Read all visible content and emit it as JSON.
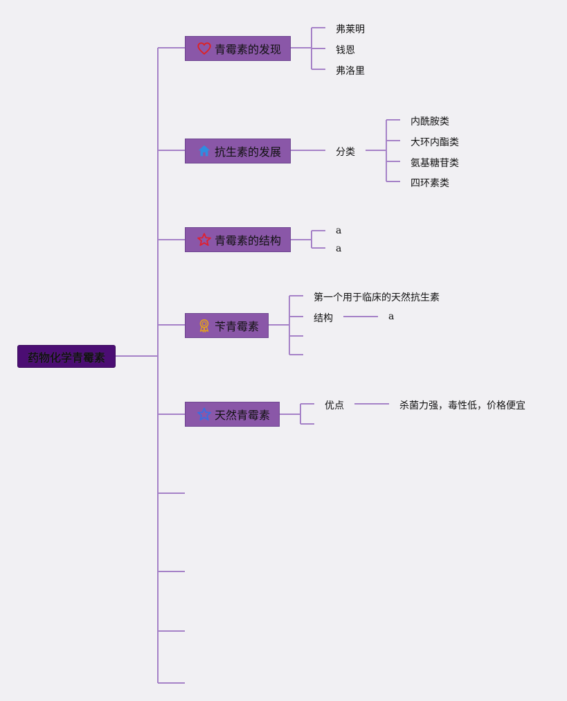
{
  "root": {
    "label": "药物化学青霉素"
  },
  "topics": [
    {
      "label": "青霉素的发现",
      "icon": "heart-icon",
      "icon_color": "#e02020",
      "children": [
        "弗莱明",
        "钱恩",
        "弗洛里"
      ]
    },
    {
      "label": "抗生素的发展",
      "icon": "house-icon",
      "icon_color": "#2f8de0",
      "children": [
        "分类"
      ],
      "grandchildren": [
        "内酰胺类",
        "大环内酯类",
        "氨基糖苷类",
        "四环素类"
      ]
    },
    {
      "label": "青霉素的结构",
      "icon": "star-icon",
      "icon_color": "#e02030",
      "children": [
        "a",
        "a"
      ]
    },
    {
      "label": "苄青霉素",
      "icon": "award-ribbon-icon",
      "icon_color": "#e0a020",
      "children": [
        "第一个用于临床的天然抗生素",
        "结构",
        "",
        ""
      ],
      "grandchildren": [
        "a"
      ]
    },
    {
      "label": "天然青霉素",
      "icon": "star-icon",
      "icon_color": "#3a6ee0",
      "children": [
        "优点",
        ""
      ],
      "grandchildren": [
        "杀菌力强，毒性低，价格便宜"
      ]
    }
  ],
  "colors": {
    "connector": "#a581c7",
    "topic_bg": "#8a57a8",
    "root_bg": "#4b0d73",
    "background": "#f1f0f3"
  }
}
